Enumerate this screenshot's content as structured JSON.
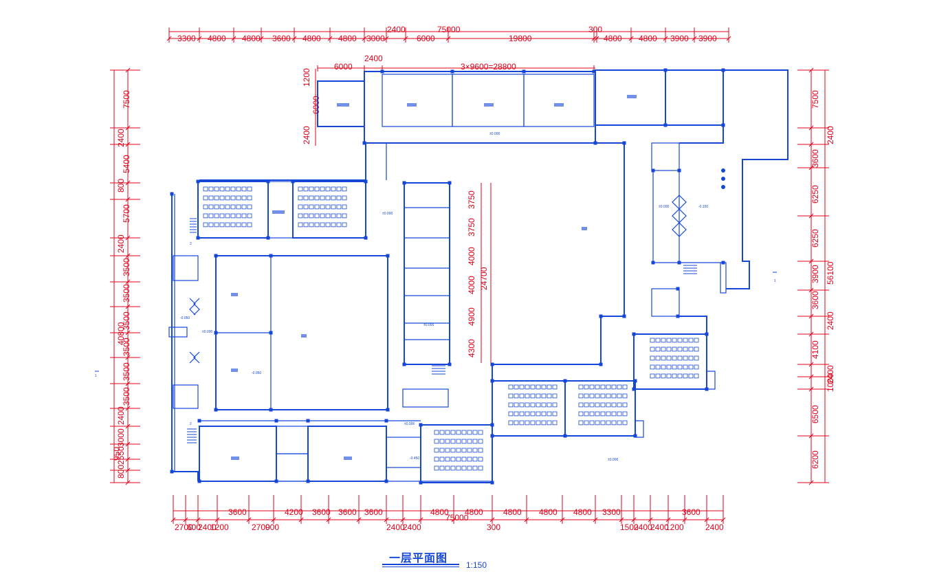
{
  "drawing": {
    "title": "一层平面图",
    "scale": "1:150"
  },
  "colors": {
    "walls": "#1446d8",
    "dimensions": "#e0001a",
    "background": "#ffffff"
  },
  "dims": {
    "top_total": "75000",
    "top_row": [
      "3300",
      "4800",
      "4800",
      "3600",
      "4800",
      "4800",
      "3000",
      "6000",
      "19800",
      "4800",
      "4800",
      "3900",
      "3900"
    ],
    "top_extra": [
      "2400",
      "300"
    ],
    "top_second": [
      "6000",
      "3×9600=28800"
    ],
    "top_second_extra": "2400",
    "left_inner": [
      "1200",
      "6000",
      "2400"
    ],
    "left_outer": [
      "7500",
      "2400",
      "5400",
      "800",
      "5700",
      "2400",
      "3500",
      "3500",
      "3500",
      "3500",
      "3500",
      "3500",
      "2400",
      "3000",
      "2550",
      "800",
      "950"
    ],
    "left_merged": [
      "40800"
    ],
    "right_outer": [
      "7500",
      "2400",
      "3600",
      "6250",
      "6250",
      "3900",
      "3600",
      "2400",
      "4100",
      "2400",
      "1000",
      "6500",
      "6200"
    ],
    "right_merged": [
      "56100"
    ],
    "mid_vertical": [
      "3750",
      "3750",
      "4000",
      "4000",
      "4900",
      "4300"
    ],
    "mid_total": "24700",
    "bottom_row": [
      "3600",
      "4200",
      "3600",
      "3600",
      "3600",
      "4800",
      "4800",
      "4800",
      "4800",
      "4800",
      "3300",
      "3600"
    ],
    "bottom_total": "75000",
    "bottom_lower": [
      "2700",
      "600",
      "2400",
      "1200",
      "2700",
      "900",
      "2400",
      "2400",
      "300",
      "1500",
      "2400",
      "2400",
      "1200",
      "2400"
    ]
  },
  "elevations": [
    "±0.000",
    "±0.000",
    "-0.050",
    "±0.000",
    "-0.050",
    "±0.000",
    "-0.450",
    "±0.000",
    "-0.150",
    "±0.000",
    "±0.000"
  ],
  "section_marks": [
    "1",
    "1",
    "2",
    "2"
  ]
}
